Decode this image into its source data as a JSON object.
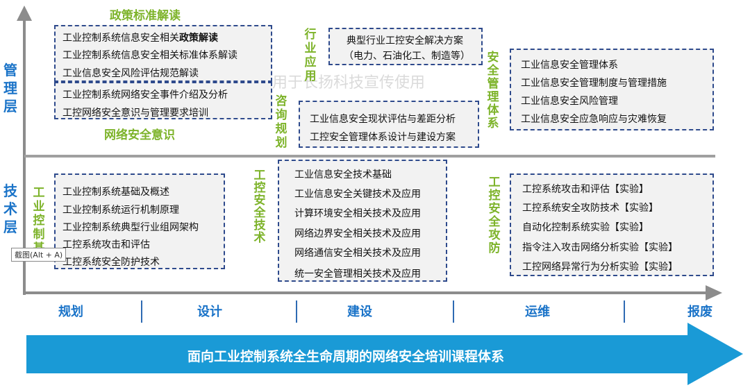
{
  "axis": {
    "y_top_label": "管理层",
    "y_bottom_label": "技术层",
    "x_stages": [
      "规划",
      "设计",
      "建设",
      "运维",
      "报废"
    ]
  },
  "banner": {
    "text": "面向工业控制系统全生命周期的网络安全培训课程体系",
    "color": "#1a9ad6"
  },
  "watermark": "仅用于长扬科技宣传使用",
  "tooltip": "截图(Alt + A)",
  "management": {
    "policy": {
      "title": "政策标准解读",
      "items": [
        {
          "prefix": "工业控制系统信息安全相关",
          "bold": "政策解读"
        },
        {
          "prefix": "工业控制系统信息安全相关标准体系解读",
          "bold": ""
        },
        {
          "prefix": "工业信息安全风险评估规范解读",
          "bold": ""
        }
      ]
    },
    "awareness": {
      "title": "网络安全意识",
      "items": [
        "工业控制系统网络安全事件介绍及分析",
        "工控网络安全意识与管理要求培训"
      ]
    },
    "industry": {
      "title": "行业应用",
      "items": [
        "典型行业工控安全解决方案",
        "（电力、石油化工、制造等）"
      ]
    },
    "consulting": {
      "title": "咨询规划",
      "items": [
        "工业信息安全现状评估与差距分析",
        "工控安全管理体系设计与建设方案"
      ]
    },
    "mgmt_system": {
      "title": "安全管理体系",
      "items": [
        "工业信息安全管理体系",
        "工业信息安全管理制度与管理措施",
        "工业信息安全风险管理",
        "工业信息安全应急响应与灾难恢复"
      ]
    }
  },
  "technical": {
    "basics": {
      "title": "工业控制基",
      "items": [
        "工业控制系统基础及概述",
        "工业控制系统运行机制原理",
        "工业控制系统典型行业组网架构",
        "工控系统攻击和评估",
        "工控系统安全防护技术"
      ]
    },
    "security_tech": {
      "title": "工控安全技术",
      "items": [
        "工业信息安全技术基础",
        "工业信息安全关键技术及应用",
        "计算环境安全相关技术及应用",
        "网络边界安全相关技术及应用",
        "网络通信安全相关技术及应用",
        "统一安全管理相关技术及应用"
      ]
    },
    "attack_defense": {
      "title": "工控安全攻防",
      "items": [
        "工控系统攻击和评估【实验】",
        "工控系统安全攻防技术【实验】",
        "自动化控制系统实验【实验】",
        "指令注入攻击网络分析实验【实验】",
        "工控网络异常行为分析实验【实验】"
      ]
    }
  }
}
